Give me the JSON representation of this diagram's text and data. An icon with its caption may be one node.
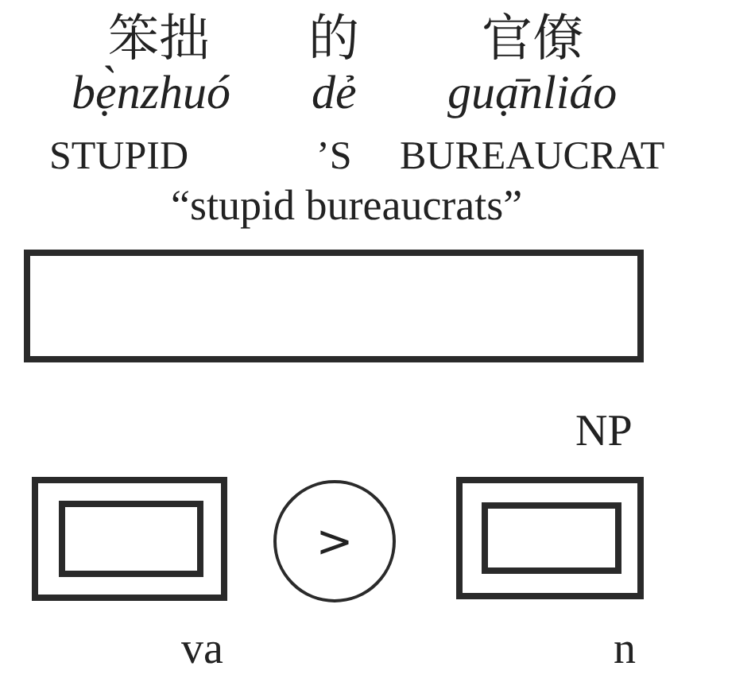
{
  "diagram": {
    "nodes": [
      {
        "text": [],
        "shape": "box"
      },
      {
        "text": [],
        "shape": "box",
        "beside": [
          "va"
        ]
      },
      {
        "text": [],
        "shape": "box",
        "in": 1
      },
      {
        "text": [
          ">"
        ]
      },
      {
        "text": [],
        "shape": "box",
        "beside": [
          "n"
        ]
      },
      {
        "text": [],
        "shape": "box",
        "in": 4
      }
    ],
    "labels": [
      "笨拙",
      "的",
      "官僚",
      "bẹ̀nzhuó",
      "dẻ",
      "guạ̄nliáo",
      "STUPID",
      "’S",
      "BUREAUCRAT",
      "“stupid bureaucrats”",
      "NP"
    ]
  }
}
